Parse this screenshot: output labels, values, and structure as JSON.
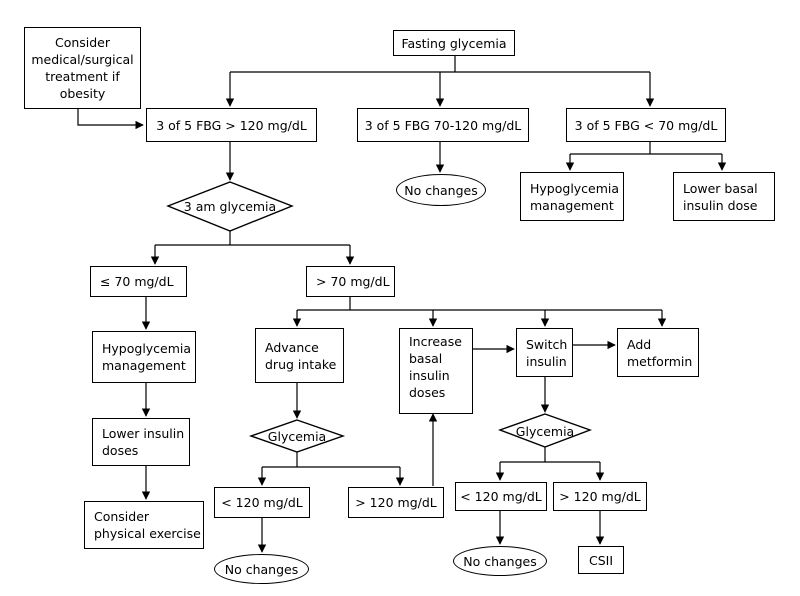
{
  "nodes": {
    "fasting_glycemia": "Fasting glycemia",
    "consider_treatment": "Consider medical/surgical treatment if obesity",
    "fbg_high": "3 of 5 FBG > 120 mg/dL",
    "fbg_normal": "3 of 5 FBG 70-120 mg/dL",
    "fbg_low": "3 of 5 FBG < 70 mg/dL",
    "no_changes_1": "No changes",
    "hypo_mgmt_1": "Hypoglycemia management",
    "lower_basal": "Lower basal insulin dose",
    "am_glycemia": "3 am glycemia",
    "le_70": "≤ 70 mg/dL",
    "gt_70": "> 70 mg/dL",
    "hypo_mgmt_2": "Hypoglycemia management",
    "lower_insulin": "Lower insulin doses",
    "consider_exercise": "Consider physical exercise",
    "advance_drug": "Advance drug intake",
    "increase_basal": "Increase basal insulin doses",
    "switch_insulin": "Switch insulin",
    "add_metformin": "Add metformin",
    "glycemia_1": "Glycemia",
    "lt_120_1": "< 120 mg/dL",
    "gt_120_1": "> 120 mg/dL",
    "no_changes_2": "No changes",
    "glycemia_2": "Glycemia",
    "lt_120_2": "< 120 mg/dL",
    "gt_120_2": "> 120 mg/dL",
    "no_changes_3": "No changes",
    "csii": "CSII"
  }
}
